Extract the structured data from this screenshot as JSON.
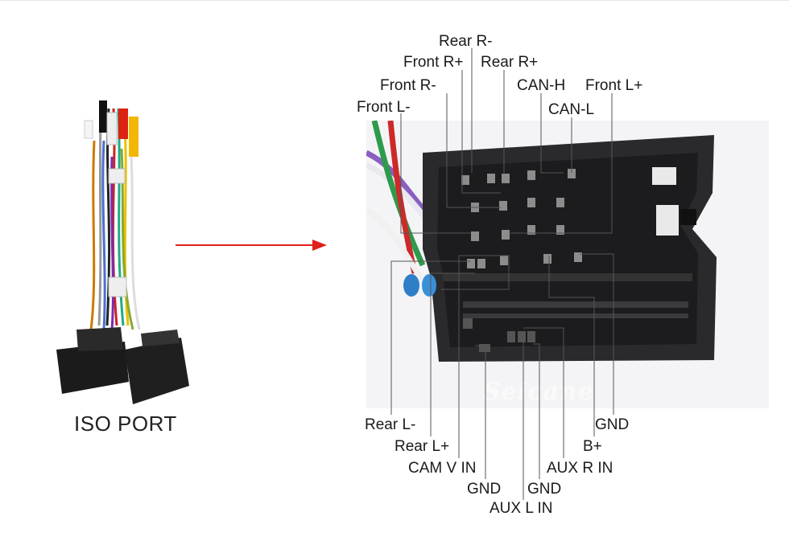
{
  "left_caption": "ISO PORT",
  "watermark": "Seicane",
  "labels": {
    "rear_r_minus": "Rear R-",
    "front_r_plus": "Front R+",
    "rear_r_plus": "Rear R+",
    "front_r_minus": "Front R-",
    "can_h": "CAN-H",
    "front_l_plus": "Front L+",
    "front_l_minus": "Front L-",
    "can_l": "CAN-L",
    "rear_l_minus": "Rear L-",
    "gnd_right": "GND",
    "rear_l_plus": "Rear L+",
    "b_plus": "B+",
    "cam_v_in": "CAM V IN",
    "aux_r_in": "AUX R IN",
    "gnd_left": "GND",
    "gnd_mid": "GND",
    "aux_l_in": "AUX L IN"
  },
  "colors": {
    "arrow": "#e0201c",
    "leader_line": "#555555",
    "connector_body": "#2a2a2c"
  }
}
